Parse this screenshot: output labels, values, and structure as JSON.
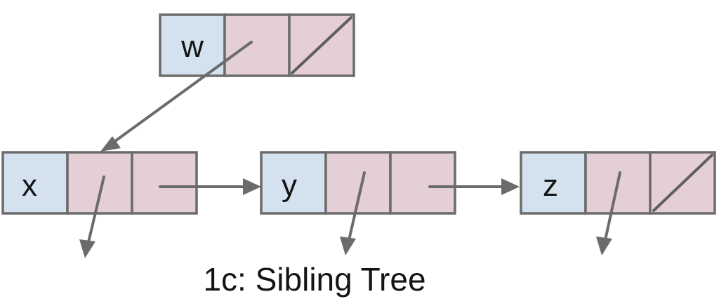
{
  "diagram": {
    "caption": "1c: Sibling Tree",
    "nodes": {
      "w": {
        "label": "w"
      },
      "x": {
        "label": "x"
      },
      "y": {
        "label": "y"
      },
      "z": {
        "label": "z"
      }
    }
  },
  "colors": {
    "value_cell": "#d3e2ee",
    "pointer_cell": "#e5cfd7",
    "outline": "#6b6b6b",
    "arrow": "#6b6b6b"
  }
}
